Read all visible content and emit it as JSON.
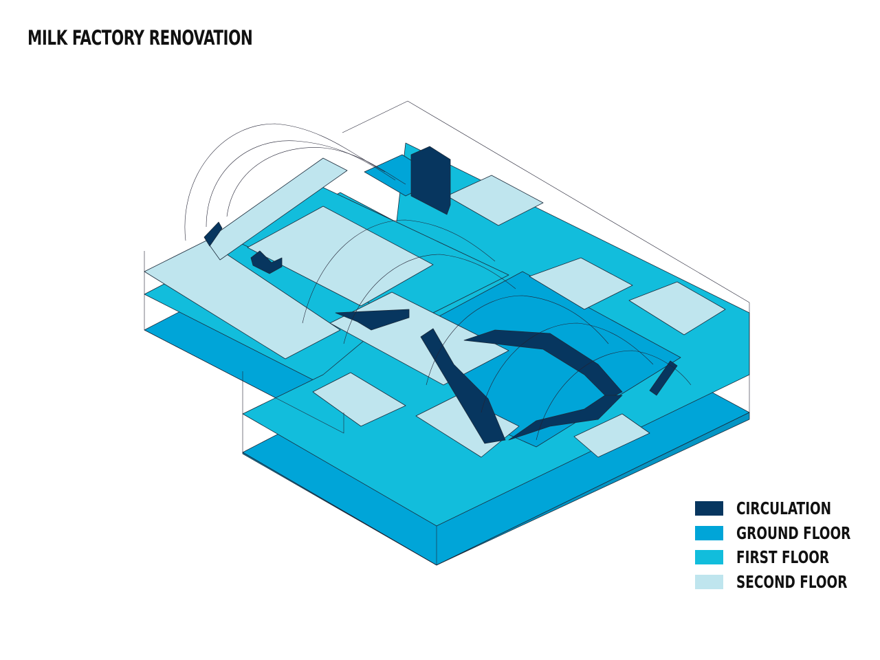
{
  "title": "MILK FACTORY RENOVATION",
  "colors": {
    "circulation": "#07365F",
    "ground_floor": "#00A5D8",
    "first_floor": "#12BDDC",
    "second_floor": "#BFE5EE"
  },
  "legend": [
    {
      "label": "CIRCULATION",
      "color": "#07365F"
    },
    {
      "label": "GROUND FLOOR",
      "color": "#00A5D8"
    },
    {
      "label": "FIRST FLOOR",
      "color": "#12BDDC"
    },
    {
      "label": "SECOND FLOOR",
      "color": "#BFE5EE"
    }
  ]
}
